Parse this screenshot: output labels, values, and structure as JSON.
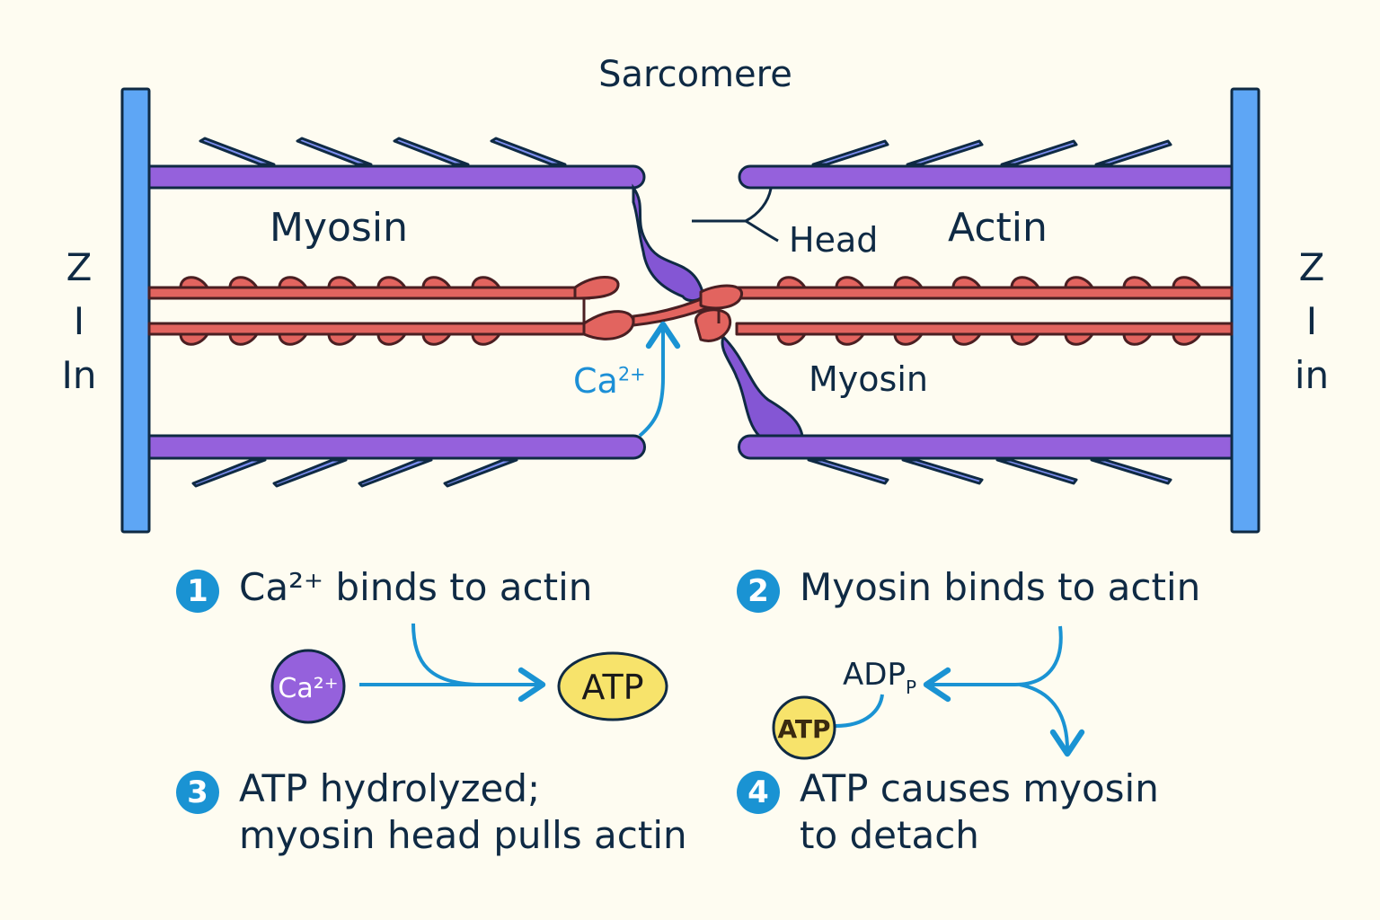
{
  "title": "Sarcomere",
  "labels": {
    "myosin_top_left": "Myosin",
    "actin_top_right": "Actin",
    "head": "Head",
    "myosin_bottom_right": "Myosin",
    "ca_arrow": "Ca",
    "ca_arrow_sup": "2+",
    "z_line_left": [
      "Z",
      "I",
      "In"
    ],
    "z_line_right": [
      "Z",
      "I",
      "in"
    ]
  },
  "steps": [
    {
      "number": "1",
      "lines": [
        "Ca²⁺ binds to actin"
      ]
    },
    {
      "number": "2",
      "lines": [
        "Myosin binds to actin"
      ]
    },
    {
      "number": "3",
      "lines": [
        "ATP hydrolyzed;",
        "myosin head pulls actin"
      ]
    },
    {
      "number": "4",
      "lines": [
        "ATP causes myosin",
        "to detach"
      ]
    }
  ],
  "molecules": {
    "ca_circle": "Ca²⁺",
    "atp_oval": "ATP",
    "atp_small": "ATP",
    "adp": "ADP",
    "adp_sub": "P"
  },
  "colors": {
    "background": "#fefcf1",
    "z_line": "#5ea6f5",
    "myosin": "#9561dc",
    "actin": "#e2645f",
    "outline": "#0f2a44",
    "arrow": "#1a93d3",
    "atp": "#f7e36b",
    "ca_circle": "#9561dc"
  }
}
